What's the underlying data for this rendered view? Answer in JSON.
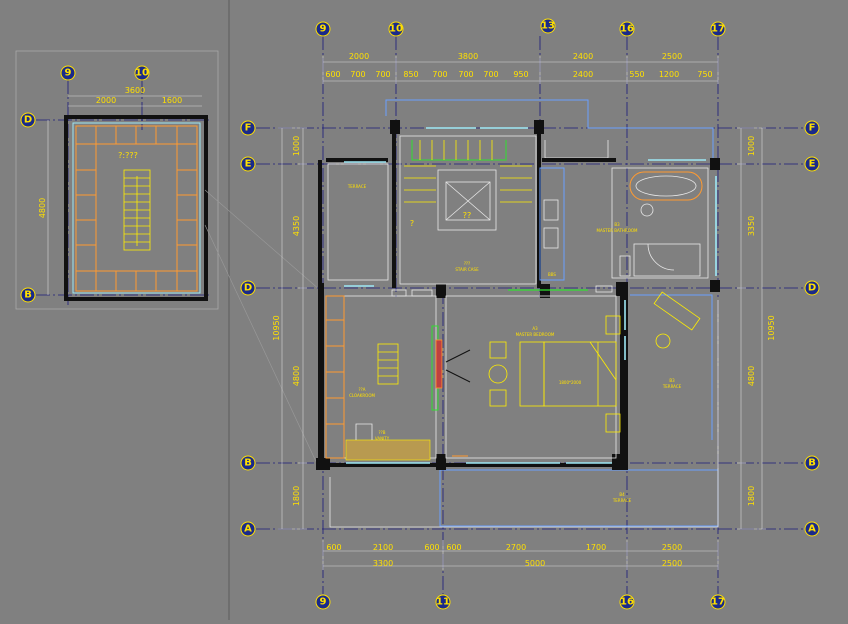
{
  "grid_bubbles": {
    "top": [
      "9",
      "10",
      "13",
      "16",
      "17"
    ],
    "bottom": [
      "9",
      "11",
      "16",
      "17"
    ],
    "left": [
      "F",
      "E",
      "D",
      "B",
      "A"
    ],
    "right": [
      "F",
      "E",
      "D",
      "B",
      "A"
    ],
    "inset_top": [
      "9",
      "10"
    ],
    "inset_left": [
      "D",
      "B"
    ]
  },
  "top_dims": {
    "row1": [
      "2000",
      "3800",
      "2400",
      "2500"
    ],
    "row2": [
      "600",
      "700",
      "700",
      "850",
      "700",
      "700",
      "700",
      "950",
      "2400",
      "550",
      "1200",
      "750"
    ]
  },
  "bottom_dims": {
    "row1": [
      "600",
      "2100",
      "600",
      "600",
      "2700",
      "1700",
      "2500"
    ],
    "row2": [
      "3300",
      "5000",
      "2500"
    ]
  },
  "left_dims": {
    "segments": [
      "1000",
      "4350",
      "4800",
      "1800"
    ],
    "total": "10950"
  },
  "right_dims": {
    "segments": [
      "1000",
      "3350",
      "4800",
      "1800"
    ],
    "total": "10950"
  },
  "inset_dims": {
    "top_total": "3600",
    "top_segments": [
      "2000",
      "1600"
    ],
    "left": "4800",
    "room_label": "?:???"
  },
  "rooms": {
    "terrace_upper": "TERRACE",
    "stair_case": "STAIR CASE",
    "stair_code": "???",
    "master_bathroom": "MASTER BATHROOM",
    "master_bathroom_code": "B3",
    "master_bedroom": "MASTER BEDROOM",
    "master_bedroom_code": "A3",
    "bed_size": "1800*2000",
    "cloakroom": "CLOAKROOM",
    "cloakroom_code": "??A",
    "vanity": "VANITY",
    "vanity_code": "??B",
    "terrace_right": "TERRACE",
    "terrace_right_code": "B3",
    "terrace_bottom": "TERRACE",
    "terrace_bottom_code": "B4",
    "lift_mark": "??",
    "q_mark": "?",
    "shaft_label": "BBS"
  }
}
